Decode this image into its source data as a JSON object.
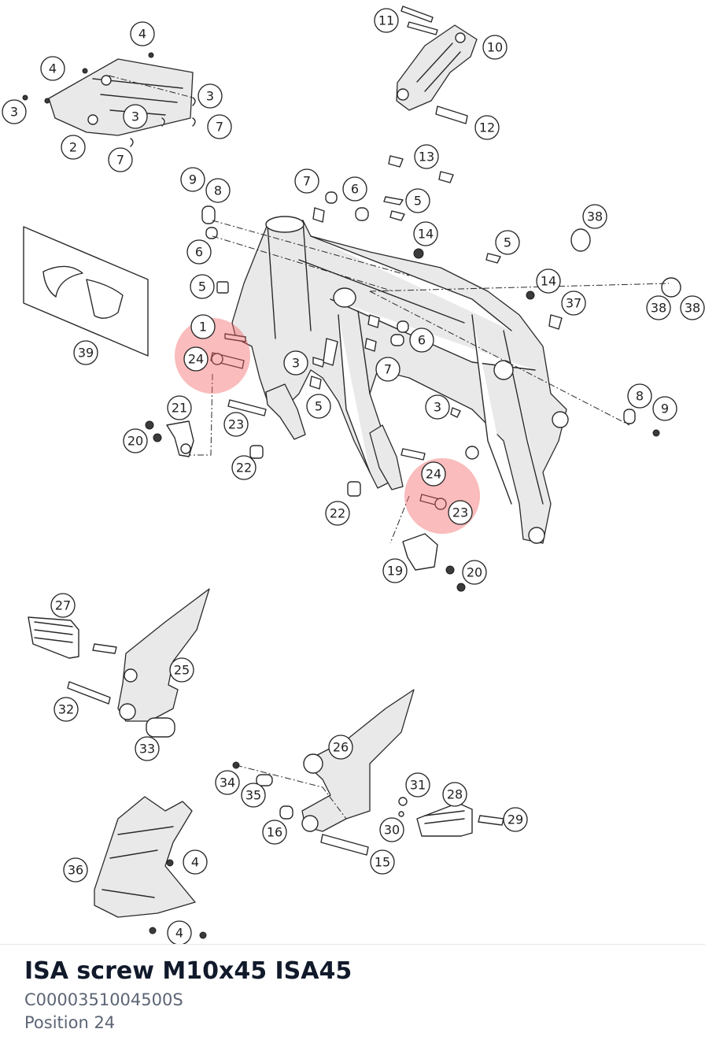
{
  "diagram": {
    "callouts": [
      {
        "label": "1"
      },
      {
        "label": "2"
      },
      {
        "label": "3"
      },
      {
        "label": "3"
      },
      {
        "label": "3"
      },
      {
        "label": "3"
      },
      {
        "label": "3"
      },
      {
        "label": "4"
      },
      {
        "label": "4"
      },
      {
        "label": "4"
      },
      {
        "label": "4"
      },
      {
        "label": "5"
      },
      {
        "label": "5"
      },
      {
        "label": "5"
      },
      {
        "label": "5"
      },
      {
        "label": "6"
      },
      {
        "label": "6"
      },
      {
        "label": "6"
      },
      {
        "label": "7"
      },
      {
        "label": "7"
      },
      {
        "label": "7"
      },
      {
        "label": "7"
      },
      {
        "label": "8"
      },
      {
        "label": "8"
      },
      {
        "label": "9"
      },
      {
        "label": "9"
      },
      {
        "label": "10"
      },
      {
        "label": "11"
      },
      {
        "label": "12"
      },
      {
        "label": "13"
      },
      {
        "label": "14"
      },
      {
        "label": "14"
      },
      {
        "label": "15"
      },
      {
        "label": "16"
      },
      {
        "label": "19"
      },
      {
        "label": "20"
      },
      {
        "label": "20"
      },
      {
        "label": "21"
      },
      {
        "label": "22"
      },
      {
        "label": "22"
      },
      {
        "label": "23"
      },
      {
        "label": "23"
      },
      {
        "label": "24"
      },
      {
        "label": "24"
      },
      {
        "label": "25"
      },
      {
        "label": "26"
      },
      {
        "label": "27"
      },
      {
        "label": "28"
      },
      {
        "label": "29"
      },
      {
        "label": "30"
      },
      {
        "label": "31"
      },
      {
        "label": "32"
      },
      {
        "label": "33"
      },
      {
        "label": "34"
      },
      {
        "label": "35"
      },
      {
        "label": "36"
      },
      {
        "label": "37"
      },
      {
        "label": "38"
      },
      {
        "label": "38"
      },
      {
        "label": "38"
      },
      {
        "label": "39"
      }
    ],
    "highlighted_position": "24",
    "highlight_color": "#f26060"
  },
  "part": {
    "title": "ISA screw M10x45 ISA45",
    "number": "C0000351004500S",
    "position": "Position 24"
  }
}
